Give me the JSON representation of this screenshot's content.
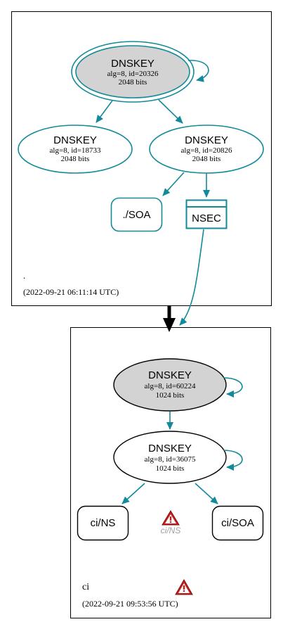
{
  "colors": {
    "teal": "#128a9a",
    "black": "#000000",
    "key_fill": "#d3d3d3",
    "warn_red": "#c82020",
    "warn_text": "#a0a0a0"
  },
  "zones": {
    "root": {
      "name": ".",
      "timestamp": "(2022-09-21 06:11:14 UTC)"
    },
    "ci": {
      "name": "ci",
      "timestamp": "(2022-09-21 09:53:56 UTC)"
    }
  },
  "root_nodes": {
    "ksk": {
      "title": "DNSKEY",
      "line1": "alg=8, id=20326",
      "line2": "2048 bits"
    },
    "key1": {
      "title": "DNSKEY",
      "line1": "alg=8, id=18733",
      "line2": "2048 bits"
    },
    "zsk": {
      "title": "DNSKEY",
      "line1": "alg=8, id=20826",
      "line2": "2048 bits"
    },
    "soa": {
      "label": "./SOA"
    },
    "nsec": {
      "label": "NSEC"
    }
  },
  "ci_nodes": {
    "ksk": {
      "title": "DNSKEY",
      "line1": "alg=8, id=60224",
      "line2": "1024 bits"
    },
    "zsk": {
      "title": "DNSKEY",
      "line1": "alg=8, id=36075",
      "line2": "1024 bits"
    },
    "ns": {
      "label": "ci/NS"
    },
    "soa": {
      "label": "ci/SOA"
    },
    "warning_label": "ci/NS",
    "warning_icon": "warning-triangle-icon"
  }
}
